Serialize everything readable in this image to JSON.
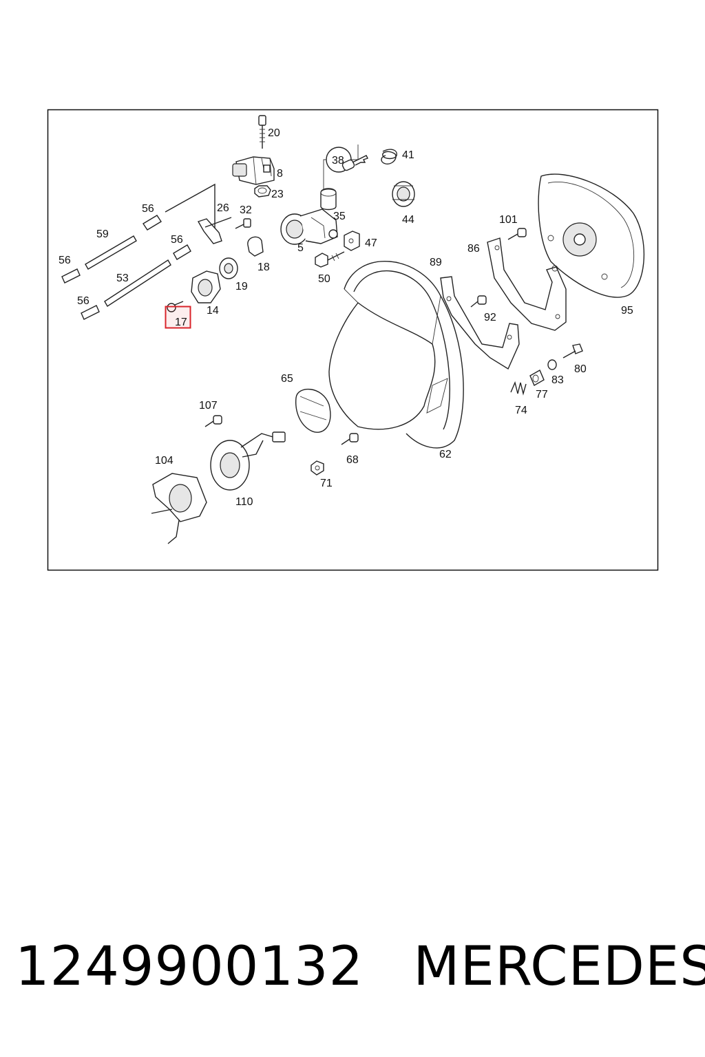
{
  "diagram": {
    "labels": [
      "20",
      "8",
      "23",
      "38",
      "41",
      "44",
      "35",
      "56",
      "26",
      "32",
      "59",
      "56",
      "5",
      "47",
      "18",
      "101",
      "56",
      "86",
      "89",
      "53",
      "50",
      "19",
      "56",
      "14",
      "17",
      "92",
      "95",
      "80",
      "83",
      "77",
      "65",
      "74",
      "107",
      "62",
      "68",
      "104",
      "71",
      "110"
    ],
    "highlighted_label": "17",
    "highlight_color": "#d9232a"
  },
  "caption": {
    "part_number": "1249900132",
    "brand": "MERCEDES"
  }
}
